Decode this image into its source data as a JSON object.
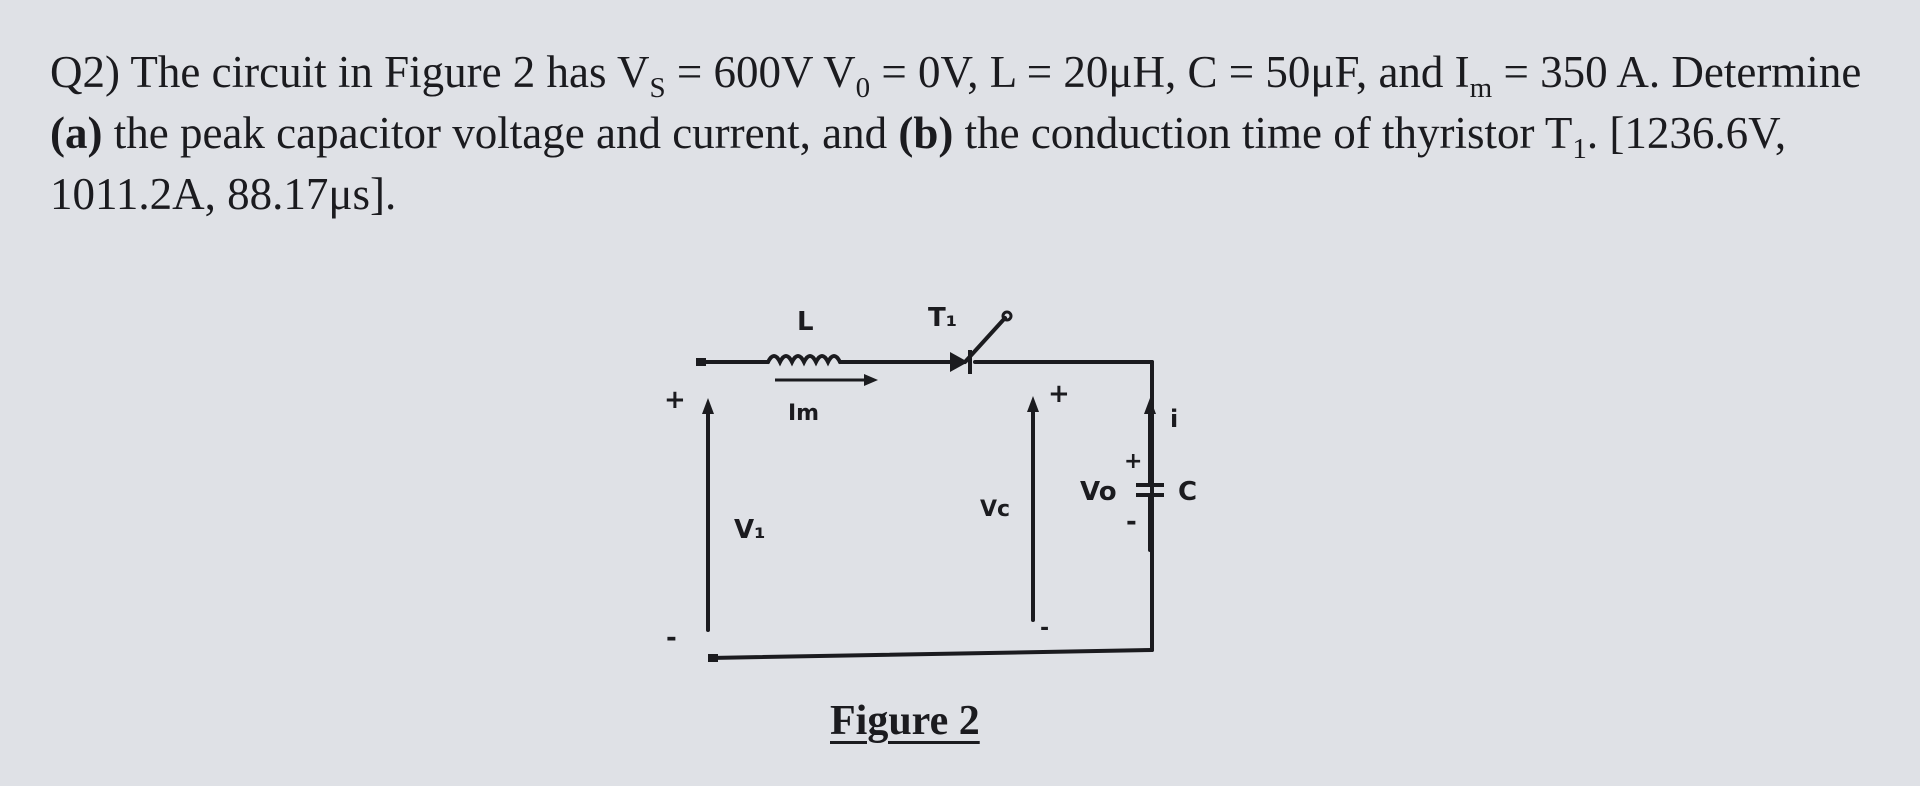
{
  "question": {
    "number": "Q2)",
    "text_1": "The circuit in Figure 2 has V",
    "vs_sub": "S",
    "text_2": " = 600V  V",
    "vo_sub": "0",
    "text_3": " = 0V, L = 20μH, C = 50μF, and I",
    "im_sub": "m",
    "text_4": " = 350 A. Determine ",
    "part_a": "(a)",
    "text_5": " the peak capacitor voltage and current, and ",
    "part_b": "(b)",
    "text_6": " the conduction time of thyristor T",
    "t1_sub": "1",
    "text_7": ". [1236.6V, 1011.2A, 88.17μs]."
  },
  "figure": {
    "caption": "Figure 2",
    "labels": {
      "inductor": "L",
      "thyristor": "T₁",
      "current_im": "Im",
      "source_voltage": "V₁",
      "source_plus": "+",
      "source_minus": "-",
      "cap_voltage": "Vc",
      "vc_plus": "+",
      "vc_minus": "-",
      "output_voltage": "Vo",
      "vo_plus": "+",
      "vo_minus": "-",
      "current_i": "i",
      "capacitor": "C"
    }
  }
}
